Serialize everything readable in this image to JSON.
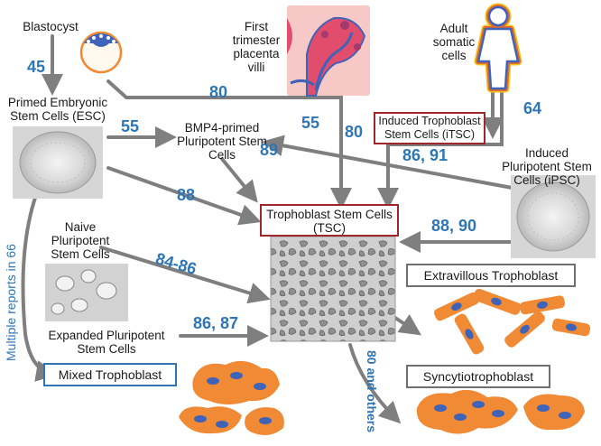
{
  "nodes": {
    "blastocyst": "Blastocyst",
    "first_trimester": "First trimester placenta villi",
    "adult_somatic": "Adult somatic cells",
    "primed_esc": "Primed Embryonic Stem Cells (ESC)",
    "bmp4": "BMP4-primed Pluripotent Stem Cells",
    "itsc": "Induced Trophoblast Stem Cells (iTSC)",
    "ipsc": "Induced Pluripotent Stem Cells (iPSC)",
    "tsc": "Trophoblast Stem Cells (TSC)",
    "naive": "Naive Pluripotent Stem Cells",
    "expanded": "Expanded Pluripotent Stem Cells",
    "evt": "Extravillous Trophoblast",
    "syncytio": "Syncytiotrophoblast",
    "mixed": "Mixed Trophoblast"
  },
  "refs": {
    "r45": "45",
    "r80_top": "80",
    "r64": "64",
    "r55_left": "55",
    "r55_right": "55",
    "r80_mid": "80",
    "r86_91": "86, 91",
    "r89": "89",
    "r88_left": "88",
    "r88_90": "88, 90",
    "r84_86": "84-86",
    "r86_87": "86, 87",
    "multiple": "Multiple reports in 66",
    "r80_others": "80 and others"
  },
  "colors": {
    "arrow": "#7f7f7f",
    "ref_text": "#2e75b6",
    "cell_orange": "#f08a35",
    "nucleus_blue": "#3f63b8",
    "red_border": "#a0262b",
    "blue_border": "#2e75b6",
    "gray_border": "#707070"
  }
}
